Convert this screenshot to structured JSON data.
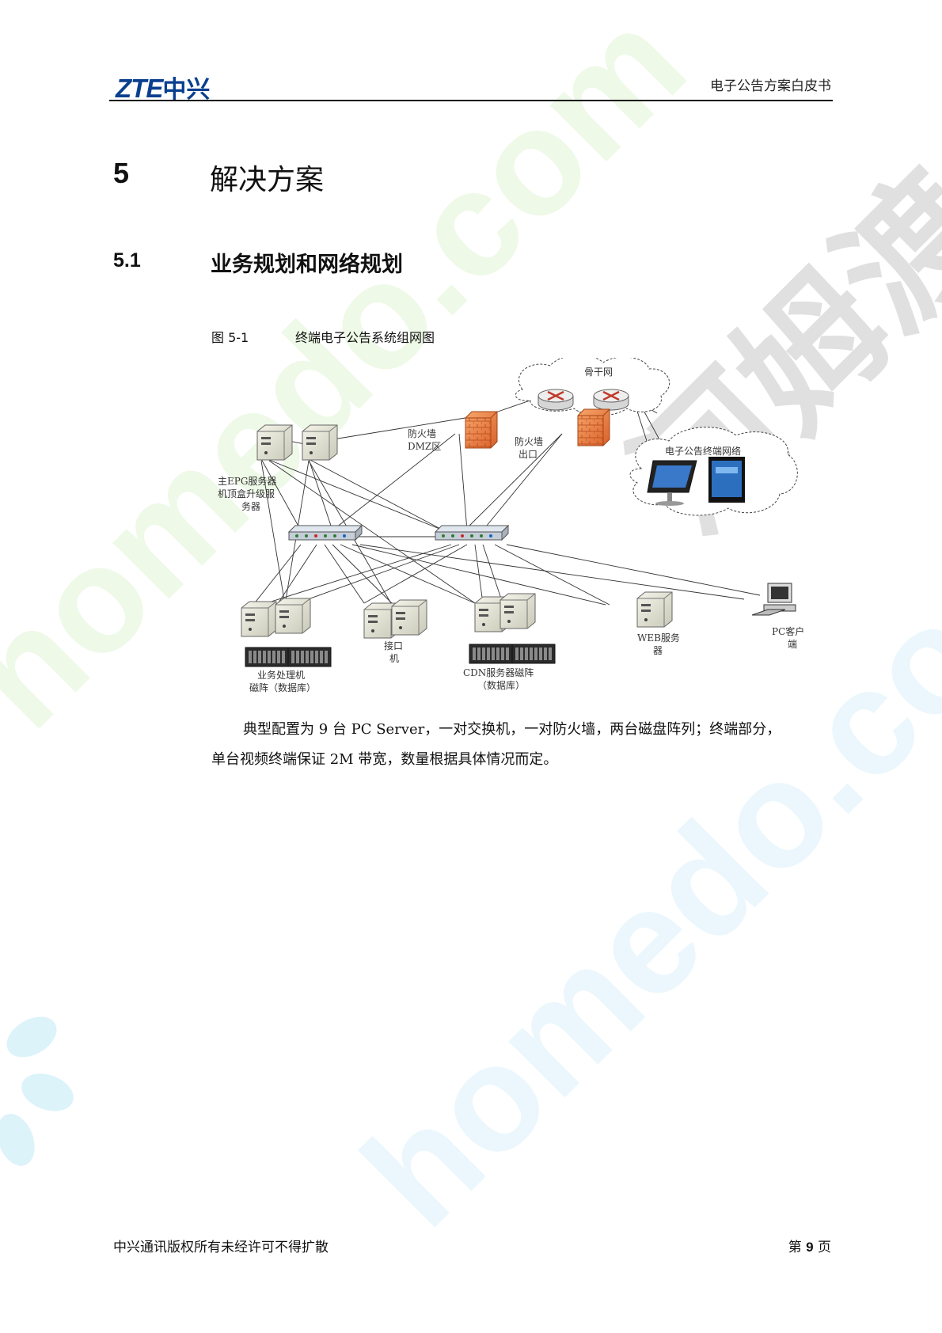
{
  "header": {
    "logo_latin": "ZTE",
    "logo_cn": "中兴",
    "title": "电子公告方案白皮书"
  },
  "section": {
    "number": "5",
    "title": "解决方案"
  },
  "subsection": {
    "number": "5.1",
    "title": "业务规划和网络规划"
  },
  "figure": {
    "number": "图 5-1",
    "caption": "终端电子公告系统组网图",
    "labels": {
      "backbone": "骨干网",
      "firewall_dmz_1": "防火墙",
      "firewall_dmz_2": "DMZ区",
      "firewall_out_1": "防火墙",
      "firewall_out_2": "出口",
      "epg_1": "主EPG服务器",
      "epg_2": "机顶盒升级服",
      "epg_3": "务器",
      "terminal_net": "电子公告终端网络",
      "biz_1": "业务处理机",
      "biz_2": "磁阵（数据库）",
      "iface_1": "接口",
      "iface_2": "机",
      "cdn_1": "CDN服务器磁阵",
      "cdn_2": "（数据库）",
      "web_1": "WEB服务",
      "web_2": "器",
      "pc_1": "PC客户",
      "pc_2": "端"
    }
  },
  "body": {
    "line1": "典型配置为 9 台 PC Server，一对交换机，一对防火墙，两台磁盘阵列；终端部分，",
    "line2": "单台视频终端保证 2M 带宽，数量根据具体情况而定。"
  },
  "footer": {
    "copyright": "中兴通讯版权所有未经许可不得扩散",
    "page_prefix": "第",
    "page_number": "9",
    "page_suffix": "页"
  },
  "watermark": {
    "text_latin": "homedo.com",
    "text_cn": "河姆渡"
  }
}
